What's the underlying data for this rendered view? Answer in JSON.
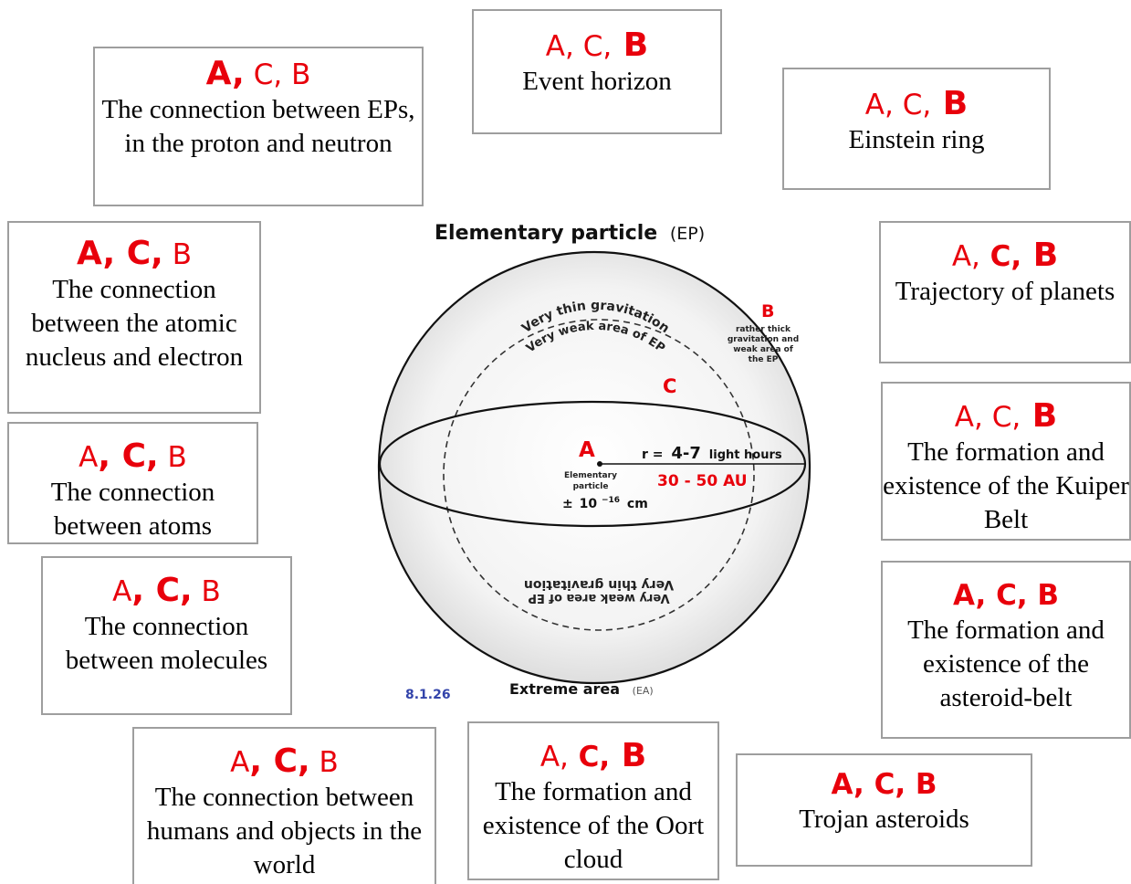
{
  "boxes": [
    {
      "id": "box-ep-connection",
      "labels": [
        {
          "text": "A,",
          "bold": true,
          "large": true
        },
        {
          "text": " C,",
          "bold": false
        },
        {
          "text": " B",
          "bold": false
        }
      ],
      "caption": "The connection between EPs, in the proton and neutron"
    },
    {
      "id": "box-event-horizon",
      "labels": [
        {
          "text": "A,",
          "bold": false
        },
        {
          "text": " C,",
          "bold": false
        },
        {
          "text": " B",
          "bold": true,
          "large": true
        }
      ],
      "caption": "Event horizon"
    },
    {
      "id": "box-einstein-ring",
      "labels": [
        {
          "text": "A,",
          "bold": false
        },
        {
          "text": " C,",
          "bold": false
        },
        {
          "text": " B",
          "bold": true,
          "large": true
        }
      ],
      "caption": "Einstein ring"
    },
    {
      "id": "box-nucleus-electron",
      "labels": [
        {
          "text": "A,",
          "bold": true,
          "large": true
        },
        {
          "text": " C,",
          "bold": true,
          "large": true
        },
        {
          "text": " B",
          "bold": false
        }
      ],
      "caption": "The connection between the atomic nucleus and electron"
    },
    {
      "id": "box-planets",
      "labels": [
        {
          "text": "A,",
          "bold": false
        },
        {
          "text": " C,",
          "bold": true
        },
        {
          "text": " B",
          "bold": true,
          "large": true
        }
      ],
      "caption": "Trajectory of planets"
    },
    {
      "id": "box-atoms",
      "labels": [
        {
          "text": "A",
          "bold": false
        },
        {
          "text": ", C,",
          "bold": true,
          "large": true
        },
        {
          "text": " B",
          "bold": false
        }
      ],
      "caption": "The connection between atoms"
    },
    {
      "id": "box-kuiper",
      "labels": [
        {
          "text": "A,",
          "bold": false
        },
        {
          "text": " C,",
          "bold": false
        },
        {
          "text": " B",
          "bold": true,
          "large": true
        }
      ],
      "caption": "The formation and existence of the Kuiper Belt"
    },
    {
      "id": "box-molecules",
      "labels": [
        {
          "text": "A",
          "bold": false
        },
        {
          "text": ", C,",
          "bold": true,
          "large": true
        },
        {
          "text": " B",
          "bold": false
        }
      ],
      "caption": "The connection between molecules"
    },
    {
      "id": "box-asteroid-belt",
      "labels": [
        {
          "text": "A, C, B",
          "bold": true
        }
      ],
      "caption": "The formation and existence of the asteroid-belt"
    },
    {
      "id": "box-humans",
      "labels": [
        {
          "text": "A",
          "bold": false
        },
        {
          "text": ", C,",
          "bold": true,
          "large": true
        },
        {
          "text": " B",
          "bold": false
        }
      ],
      "caption": "The connection between humans and objects in the world"
    },
    {
      "id": "box-oort",
      "labels": [
        {
          "text": "A,",
          "bold": false
        },
        {
          "text": " C,",
          "bold": true
        },
        {
          "text": " B",
          "bold": true,
          "large": true
        }
      ],
      "caption": "The formation and existence of the Oort cloud"
    },
    {
      "id": "box-trojan",
      "labels": [
        {
          "text": "A, C, B",
          "bold": true
        }
      ],
      "caption": "Trojan asteroids"
    }
  ],
  "diagram": {
    "title": "Elementary particle",
    "title_suffix": "(EP)",
    "label_b": "B",
    "b_note_1": "rather thick",
    "b_note_2": "gravitation and",
    "b_note_3": "weak area of",
    "b_note_4": "the EP",
    "label_c": "C",
    "label_a": "A",
    "arc_top_1": "Very thin gravitation",
    "arc_top_2": "Very weak area of EP",
    "arc_bottom_1": "Very thin gravitation",
    "arc_bottom_2": "Very weak area of EP",
    "ep_line_1": "Elementary",
    "ep_line_2": "particle",
    "size_prefix": "±",
    "size_base": "10",
    "size_exp": "−16",
    "size_unit": "cm",
    "radius_label": "r =",
    "radius_value": "4-7",
    "radius_unit": "light hours",
    "au_value": "30 - 50 AU",
    "extreme_label": "Extreme area",
    "extreme_suffix": "(EA)",
    "date": "8.1.26",
    "colors": {
      "red": "#e8000b",
      "date_blue": "#3344aa"
    }
  }
}
